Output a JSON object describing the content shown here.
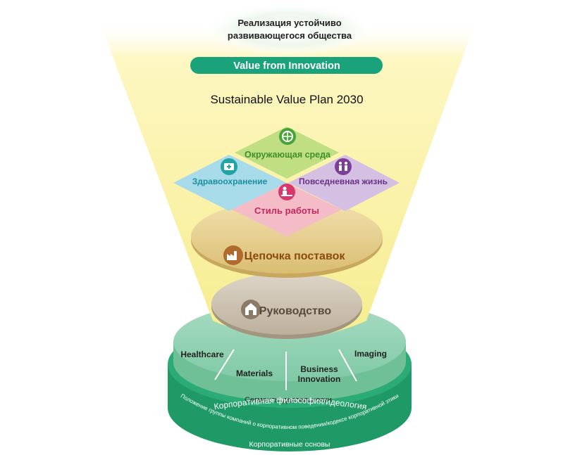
{
  "goal": {
    "line1": "Реализация устойчиво",
    "line2": "развивающегося общества"
  },
  "banner": {
    "label": "Value from Innovation"
  },
  "plan_title": "Sustainable Value Plan 2030",
  "priority_areas": {
    "environment": "Окружающая среда",
    "healthcare": "Здравоохранение",
    "daily_life": "Повседневная жизнь",
    "work_style": "Стиль работы"
  },
  "foundations": {
    "supply_chain": "Цепочка поставок",
    "governance": "Руководство"
  },
  "segments": {
    "healthcare": "Healthcare",
    "materials": "Materials",
    "business_innovation_line1": "Business",
    "business_innovation_line2": "Innovation",
    "imaging": "Imaging",
    "caption": "Сегменты деятельности"
  },
  "base_ring": {
    "philosophy": "Корпоративная философия/идеология",
    "code_of_conduct": "Положение группы компаний о корпоративном поведении/кодексе корпоративной этики",
    "foundation": "Корпоративные основы"
  },
  "colors": {
    "funnel": "#fdf6b4",
    "banner": "#1aa37a",
    "environment": "#bede7f",
    "healthcare": "#a9dbe8",
    "daily_life": "#d3bfe0",
    "work_style": "#f3bcc6",
    "supply_chain": "#e7cf8d",
    "governance": "#cdc2b2",
    "segments": "#8fd1b4",
    "base_ring": "#2bab76"
  },
  "icons": {
    "environment": "globe-icon",
    "healthcare": "first-aid-icon",
    "daily_life": "family-icon",
    "work_style": "desk-worker-icon",
    "supply_chain": "factory-icon",
    "governance": "building-icon"
  }
}
